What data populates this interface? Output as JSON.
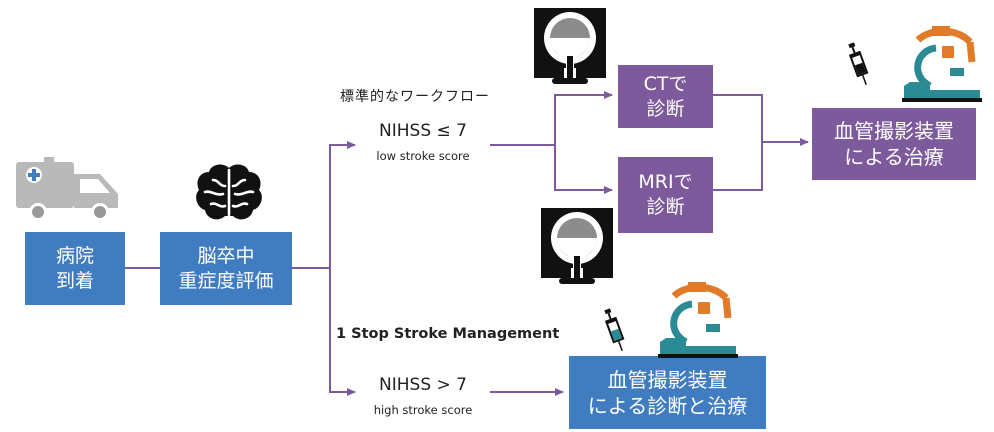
{
  "boxes": {
    "arrival": {
      "line1": "病院",
      "line2": "到着"
    },
    "assessment": {
      "line1": "脳卒中",
      "line2": "重症度評価"
    },
    "ct": {
      "line1": "CTで",
      "line2": "診断"
    },
    "mri": {
      "line1": "MRIで",
      "line2": "診断"
    },
    "angio_treat": {
      "line1": "血管撮影装置",
      "line2": "による治療"
    },
    "angio_diag_treat": {
      "line1": "血管撮影装置",
      "line2": "による診断と治療"
    }
  },
  "labels": {
    "standard_workflow": "標準的なワークフロー",
    "low_nihss": "NIHSS ≤ 7",
    "low_sub": "low stroke score",
    "one_stop": "1 Stop Stroke Management",
    "high_nihss": "NIHSS > 7",
    "high_sub": "high stroke score"
  },
  "colors": {
    "blue_box": "#3f7cc0",
    "purple_box": "#7d5a9c",
    "connector": "#7d5a9c",
    "angio_orange": "#e07b2a",
    "angio_teal": "#2b8b94"
  },
  "icons": [
    "ambulance-icon",
    "brain-icon",
    "ct-scanner-icon",
    "mri-scanner-icon",
    "syringe-icon",
    "angiography-machine-icon"
  ]
}
